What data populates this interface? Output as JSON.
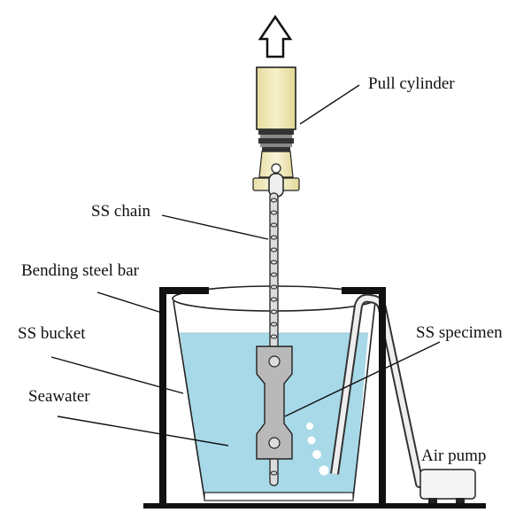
{
  "labels": {
    "pull_cylinder": "Pull cylinder",
    "ss_chain": "SS chain",
    "bending_steel_bar": "Bending steel bar",
    "ss_bucket": "SS bucket",
    "seawater": "Seawater",
    "ss_specimen": "SS specimen",
    "air_pump": "Air pump"
  },
  "icons": {
    "pull_direction": "up-arrow-icon"
  },
  "colors": {
    "water": "#a8d9e8",
    "cylinder": "#f1e8b4",
    "frame": "#111111",
    "specimen": "#b9b9b9",
    "pump": "#f4f4f4"
  }
}
